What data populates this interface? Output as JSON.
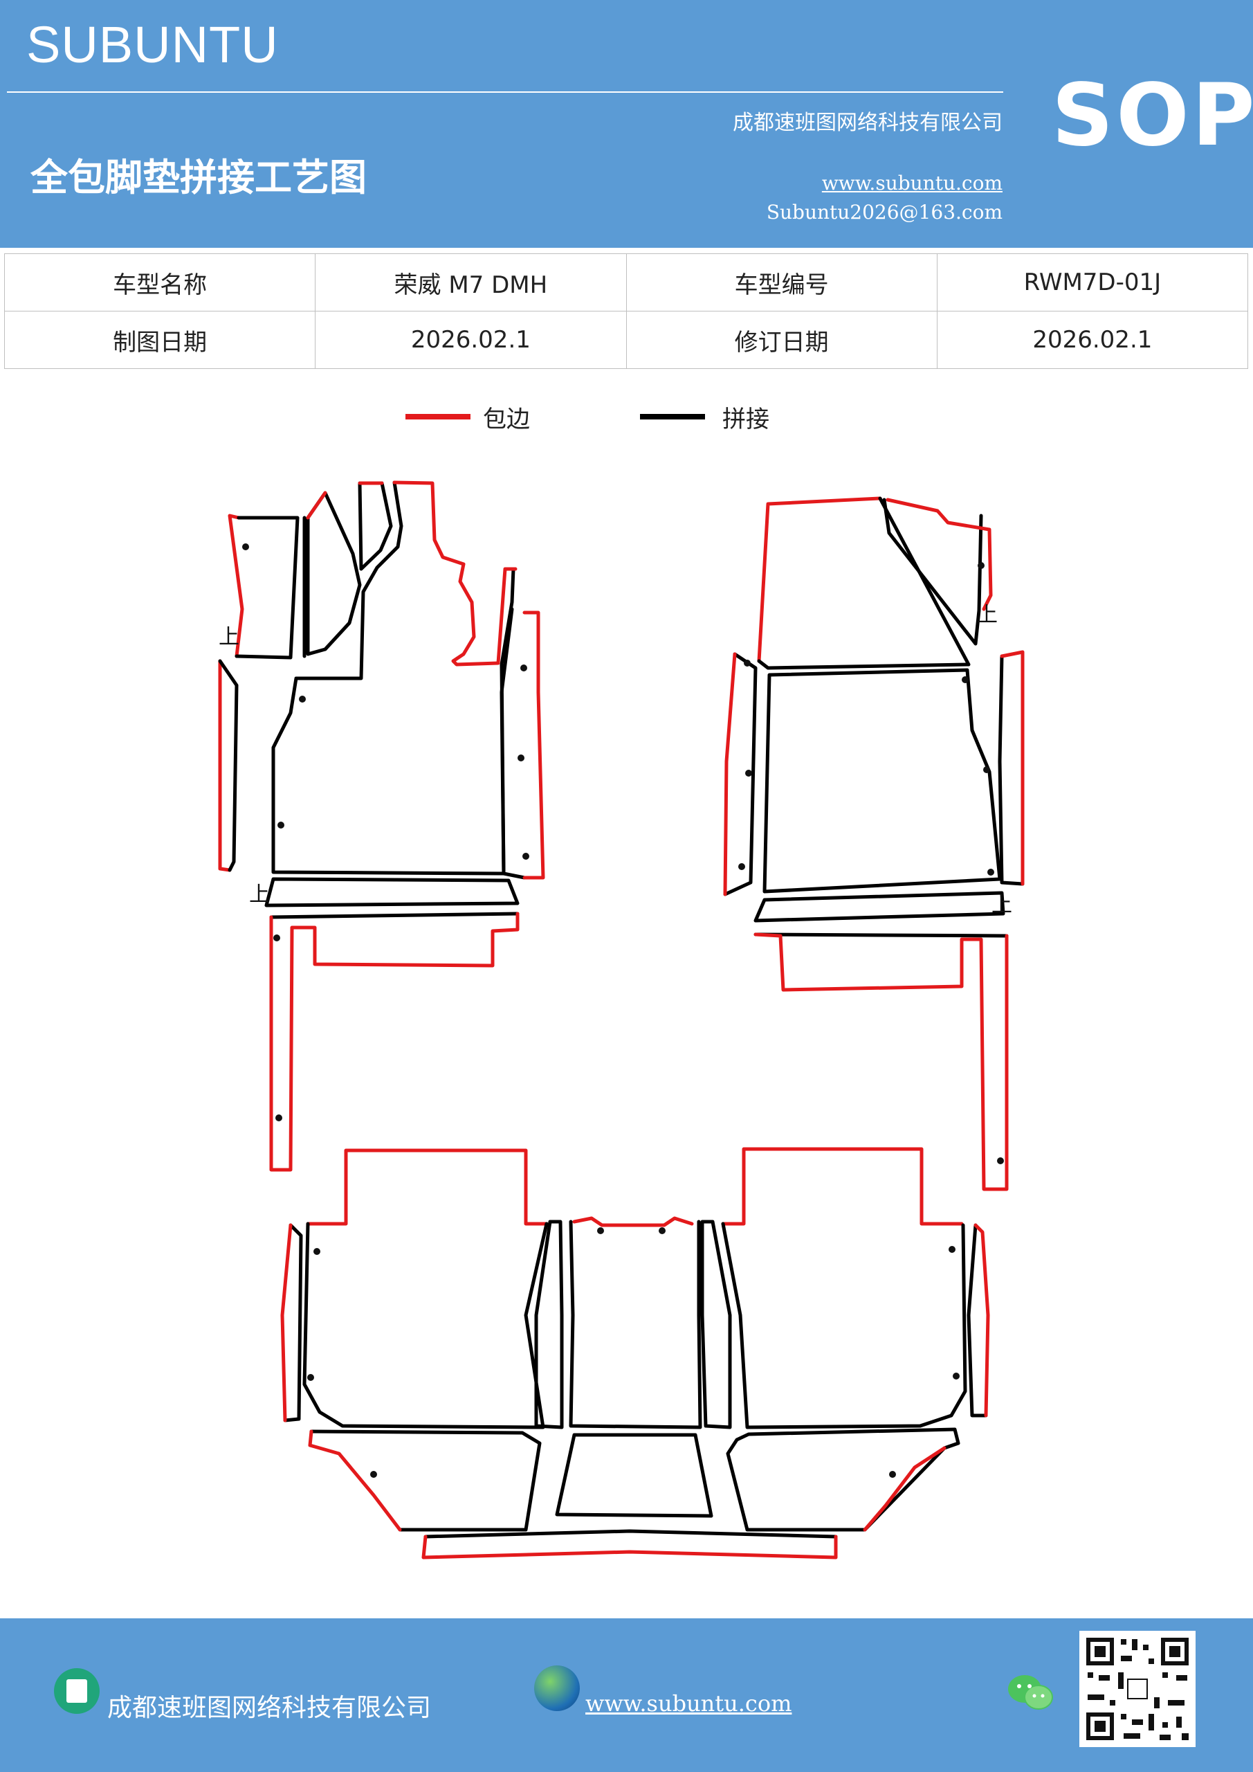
{
  "header": {
    "brand": "SUBUNTU",
    "company": "成都速班图网络科技有限公司",
    "title": "全包脚垫拼接工艺图",
    "website": "www.subuntu.com",
    "email": "Subuntu2026@163.com",
    "badge": "SOP"
  },
  "info_table": {
    "rows": [
      {
        "label1": "车型名称",
        "value1": "荣威 M7  DMH",
        "label2": "车型编号",
        "value2": "RWM7D-01J"
      },
      {
        "label1": "制图日期",
        "value1": "2026.02.1",
        "label2": "修订日期",
        "value2": "2026.02.1"
      }
    ]
  },
  "legend": {
    "edge_label": "包边",
    "edge_color": "#e31a1c",
    "join_label": "拼接",
    "join_color": "#000000"
  },
  "diagram": {
    "up_mark": "上"
  },
  "footer": {
    "company": "成都速班图网络科技有限公司",
    "website": "www.subuntu.com",
    "icons": [
      "building-icon",
      "globe-icon",
      "wechat-icon",
      "qr-code"
    ]
  }
}
